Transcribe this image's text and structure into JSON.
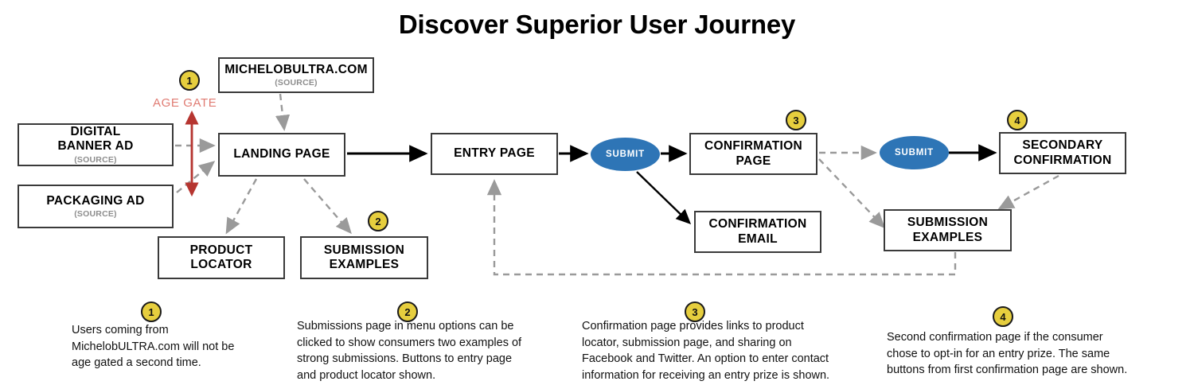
{
  "title": "Discover Superior User Journey",
  "colors": {
    "submit_blue": "#2E75B6",
    "badge_yellow": "#E6CE3E",
    "age_gate_red": "#E07B72",
    "box_border": "#3A3A3A",
    "dashed_gray": "#9A9A9A",
    "solid_black": "#000000"
  },
  "age_gate": {
    "label": "AGE GATE"
  },
  "nodes": {
    "michelob": {
      "title": "MICHELOBULTRA.COM",
      "sub": "(SOURCE)"
    },
    "digital_banner": {
      "title_line1": "DIGITAL",
      "title_line2": "BANNER AD",
      "sub": "(SOURCE)"
    },
    "packaging": {
      "title": "PACKAGING AD",
      "sub": "(SOURCE)"
    },
    "landing": {
      "title": "LANDING PAGE"
    },
    "product_locator": {
      "title_line1": "PRODUCT",
      "title_line2": "LOCATOR"
    },
    "submission_examples_left": {
      "title_line1": "SUBMISSION",
      "title_line2": "EXAMPLES"
    },
    "entry": {
      "title": "ENTRY PAGE"
    },
    "submit_1": {
      "title": "SUBMIT"
    },
    "confirmation_page": {
      "title_line1": "CONFIRMATION",
      "title_line2": "PAGE"
    },
    "confirmation_email": {
      "title_line1": "CONFIRMATION",
      "title_line2": "EMAIL"
    },
    "submit_2": {
      "title": "SUBMIT"
    },
    "secondary_confirmation": {
      "title_line1": "SECONDARY",
      "title_line2": "CONFIRMATION"
    },
    "submission_examples_right": {
      "title_line1": "SUBMISSION",
      "title_line2": "EXAMPLES"
    }
  },
  "diagram_badges": [
    {
      "number": "1"
    },
    {
      "number": "2"
    },
    {
      "number": "3"
    },
    {
      "number": "4"
    }
  ],
  "footnotes": [
    {
      "number": "1",
      "lines": [
        "Users coming from",
        "MichelobULTRA.com will not be",
        "age gated a second time."
      ]
    },
    {
      "number": "2",
      "lines": [
        "Submissions page in menu options can be",
        "clicked to show consumers two examples of",
        "strong submissions. Buttons to entry page",
        "and product locator shown."
      ]
    },
    {
      "number": "3",
      "lines": [
        "Confirmation page provides links to product",
        "locator, submission page, and sharing on",
        "Facebook and Twitter. An option to enter contact",
        "information for receiving an entry prize is shown."
      ]
    },
    {
      "number": "4",
      "lines": [
        "Second confirmation page if the consumer",
        "chose to opt-in for an entry prize. The same",
        "buttons from first confirmation page are shown."
      ]
    }
  ]
}
